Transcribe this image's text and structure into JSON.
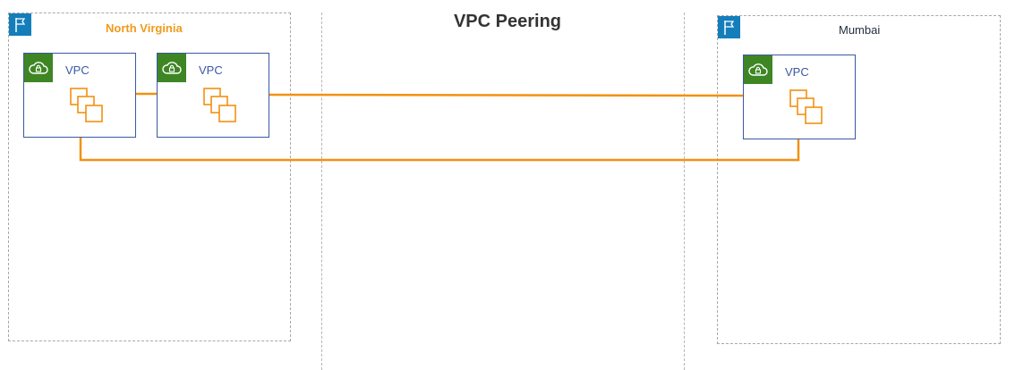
{
  "title": "VPC Peering",
  "regions": {
    "north_virginia": {
      "label": "North Virginia"
    },
    "mumbai": {
      "label": "Mumbai"
    }
  },
  "vpcs": [
    {
      "label": "VPC"
    },
    {
      "label": "VPC"
    },
    {
      "label": "VPC"
    }
  ],
  "colors": {
    "peering_line": "#f29111",
    "region_flag": "#147eba",
    "vpc_badge": "#3e8624",
    "vpc_border": "#3b58a4",
    "north_virginia_label": "#f09a1a"
  },
  "icons": [
    "region-flag-icon",
    "vpc-cloud-lock-icon",
    "instances-icon"
  ]
}
